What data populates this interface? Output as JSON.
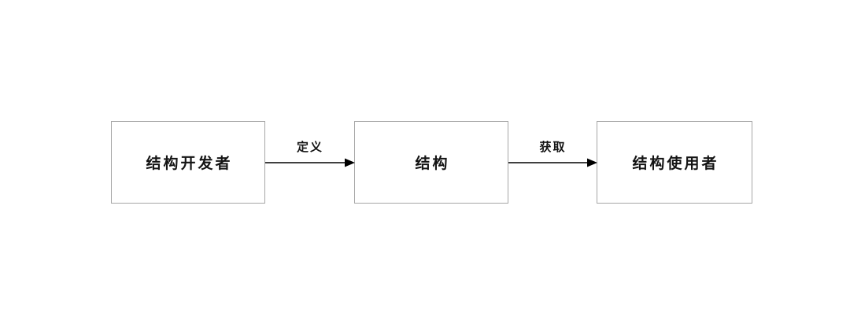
{
  "diagram": {
    "nodes": [
      {
        "id": "structure-developer",
        "label": "结构开发者"
      },
      {
        "id": "structure",
        "label": "结构"
      },
      {
        "id": "structure-consumer",
        "label": "结构使用者"
      }
    ],
    "edges": [
      {
        "from": "structure-developer",
        "to": "structure",
        "label": "定义"
      },
      {
        "from": "structure",
        "to": "structure-consumer",
        "label": "获取"
      }
    ],
    "colors": {
      "background": "#ffffff",
      "box_fill": "#ffffff",
      "box_border": "#a6a6a6",
      "arrow": "#000000",
      "text": "#141414"
    }
  }
}
